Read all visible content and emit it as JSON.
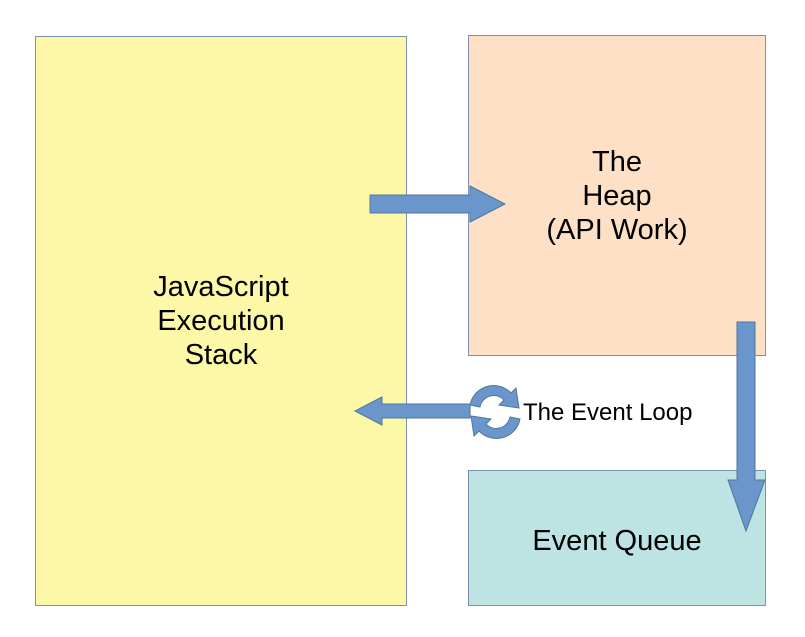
{
  "colors": {
    "stack_fill": "#fdf8a8",
    "heap_fill": "#fde0c6",
    "queue_fill": "#bde3e2",
    "arrow_fill": "#6a96cc",
    "arrow_stroke": "#51779e",
    "border": "#7b91ad"
  },
  "boxes": {
    "stack": "JavaScript\nExecution\nStack",
    "heap": "The\nHeap\n(API Work)",
    "queue": "Event Queue"
  },
  "event_loop": {
    "label": "The Event Loop",
    "icon": "refresh-cycle-icon"
  },
  "arrows": [
    {
      "from": "stack",
      "to": "heap"
    },
    {
      "from": "heap",
      "to": "queue"
    },
    {
      "from": "event_loop",
      "to": "stack"
    }
  ]
}
